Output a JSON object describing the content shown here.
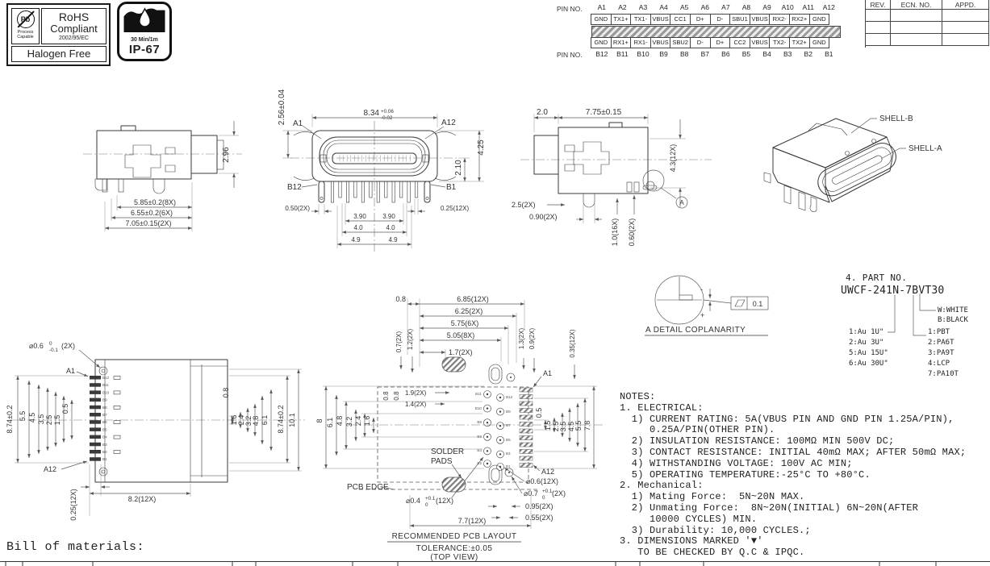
{
  "badges": {
    "pb_symbol": "Pb",
    "process_capable_line1": "Process",
    "process_capable_line2": "Capable",
    "rohs_line1": "RoHS",
    "rohs_line2": "Compliant",
    "rohs_directive": "2002/95/EC",
    "halogen_free": "Halogen Free",
    "ip_time": "30 Min/1m",
    "ip_rating": "IP-67"
  },
  "pin_table": {
    "label_top": "PIN NO.",
    "label_bottom": "PIN NO.",
    "top_pins": [
      "A1",
      "A2",
      "A3",
      "A4",
      "A5",
      "A6",
      "A7",
      "A8",
      "A9",
      "A10",
      "A11",
      "A12"
    ],
    "top_signals": [
      "GND",
      "TX1+",
      "TX1-",
      "VBUS",
      "CC1",
      "D+",
      "D-",
      "SBU1",
      "VBUS",
      "RX2-",
      "RX2+",
      "GND"
    ],
    "bottom_signals": [
      "GND",
      "RX1+",
      "RX1-",
      "VBUS",
      "SBU2",
      "D-",
      "D+",
      "CC2",
      "VBUS",
      "TX2-",
      "TX2+",
      "GND"
    ],
    "bottom_pins": [
      "B12",
      "B11",
      "B10",
      "B9",
      "B8",
      "B7",
      "B6",
      "B5",
      "B4",
      "B3",
      "B2",
      "B1"
    ]
  },
  "rev_block": {
    "col_rev": "REV.",
    "col_ecn": "ECN. NO.",
    "col_appd": "APPD."
  },
  "view_side_left": {
    "d_height": "2.96",
    "d1": "5.85±0.2(8X)",
    "d2": "6.55±0.2(6X)",
    "d3": "7.05±0.15(2X)"
  },
  "view_front": {
    "d_left": "2.56±0.04",
    "d_top_main": "8.34",
    "d_top_plus": "+0.06",
    "d_top_minus": "-0.02",
    "a1": "A1",
    "a12": "A12",
    "b12": "B12",
    "b1": "B1",
    "d_r_outer": "4.25",
    "d_r_inner": "2.10",
    "d_pin_w": "0.50(2X)",
    "d_pin_w2": "0.25(12X)",
    "d_390": "3.90",
    "d_40": "4.0",
    "d_49": "4.9"
  },
  "view_side_right": {
    "d_nose": "2.0",
    "d_top": "7.75±0.15",
    "d_r": "4.3(12X)",
    "d_25": "2.5(2X)",
    "d_090": "0.90(2X)",
    "d_10": "1.0(16X)",
    "d_060": "0.60(2X)",
    "detail_mark": "A"
  },
  "view_iso": {
    "shell_b": "SHELL-B",
    "shell_a": "SHELL-A"
  },
  "detail_a": {
    "minus": "-",
    "plus": "+",
    "tolerance": "0.1",
    "title": "A DETAIL  COPLANARITY"
  },
  "part_no": {
    "title": "4. PART NO.",
    "number": "UWCF-241N-7BVT30",
    "plating_options": [
      "1:Au 1U\"",
      "2:Au 3U\"",
      "5:Au 15U\"",
      "6:Au 30U\""
    ],
    "material_options": [
      "1:PBT",
      "2:PA6T",
      "3:PA9T",
      "4:LCP",
      "7:PA10T"
    ],
    "color_options": [
      "W:WHITE",
      "B:BLACK"
    ]
  },
  "footprint_left": {
    "hole_main": "⌀0.6",
    "hole_up": "0",
    "hole_dn": "-0.1",
    "hole_count": "(2X)",
    "a1": "A1",
    "a12": "A12",
    "d_height": "8.74±0.2",
    "pitch_dims": [
      "5.5",
      "4.5",
      "3.5",
      "2.5",
      "1.5",
      "0.5"
    ],
    "pad_w": "0.25(12X)",
    "d_width": "8.2(12X)",
    "right_dims": [
      "0.8",
      "1.6",
      "2.4",
      "3.2",
      "4.8",
      "6.1",
      "8.74±0.2",
      "10.1"
    ],
    "pin_labels": [
      "B12",
      "B11",
      "B10",
      "B9",
      "B8",
      "B7",
      "B6",
      "B5",
      "B4",
      "B3",
      "B2",
      "B1"
    ]
  },
  "footprint_mid": {
    "d_08a": "0.8",
    "top_dims": [
      "6.85(12X)",
      "6.25(2X)",
      "5.75(6X)",
      "5.05(8X)",
      "1.7(2X)"
    ],
    "vleft_dims": [
      "0.7(2X)",
      "1.2(2X)"
    ],
    "vright_dims": [
      "1.3(2X)",
      "0.9(2X)"
    ],
    "d_035": "0.35(12X)",
    "a1": "A1",
    "a12": "A12",
    "left_dims": [
      "8",
      "6.1",
      "4.8",
      "3.2",
      "2.4",
      "1.6"
    ],
    "d_08b": "0.8",
    "d_08c": "0.8",
    "d_19": "1.9(2X)",
    "d_14": "1.4(2X)",
    "right_dims": [
      "0.5",
      "1.5",
      "2.5",
      "3.5",
      "4.5",
      "5.5",
      "7.8"
    ],
    "solder_pads_1": "SOLDER",
    "solder_pads_2": "PADS",
    "pcb_edge": "PCB EDGE",
    "hole04_main": "⌀0.4",
    "hole04_up": "+0.1",
    "hole04_dn": "0",
    "hole04_count": "(12X)",
    "hole06": "⌀0.6(12X)",
    "hole07_main": "⌀0.7",
    "hole07_up": "+0.1",
    "hole07_dn": "0",
    "hole07_count": "(2X)",
    "d_095": "0.95(2X)",
    "d_055": "0.55(2X)",
    "d_77": "7.7(12X)",
    "caption_title": "RECOMMENDED PCB LAYOUT",
    "caption_tol": "TOLERANCE:±0.05",
    "caption_view": "(TOP VIEW)",
    "pin_labels": [
      "B11",
      "B12",
      "B10",
      "B9",
      "B8",
      "B7",
      "B6",
      "B5",
      "B3",
      "B4",
      "B2",
      "B1"
    ]
  },
  "notes": {
    "lines": [
      "NOTES:",
      "1. ELECTRICAL:",
      "  1) CURRENT RATING: 5A(VBUS PIN AND GND PIN 1.25A/PIN),",
      "     0.25A/PIN(OTHER PIN).",
      "  2) INSULATION RESISTANCE: 100MΩ MIN 500V DC;",
      "  3) CONTACT RESISTANCE: INITIAL 40mΩ MAX; AFTER 50mΩ MAX;",
      "  4) WITHSTANDING VOLTAGE: 100V AC MIN;",
      "  5) OPERATING TEMPERATURE:-25°C TO +80°C.",
      "2. Mechanical:",
      "  1) Mating Force:  5N~20N MAX.",
      "  2) Unmating Force:  8N~20N(INITIAL) 6N~20N(AFTER",
      "     10000 CYCLES) MIN.",
      "  3) Durability: 10,000 CYCLES.;",
      "3. DIMENSIONS MARKED '▼'",
      "   TO BE CHECKED BY Q.C & IPQC."
    ]
  },
  "bom_label": "Bill of materials:"
}
